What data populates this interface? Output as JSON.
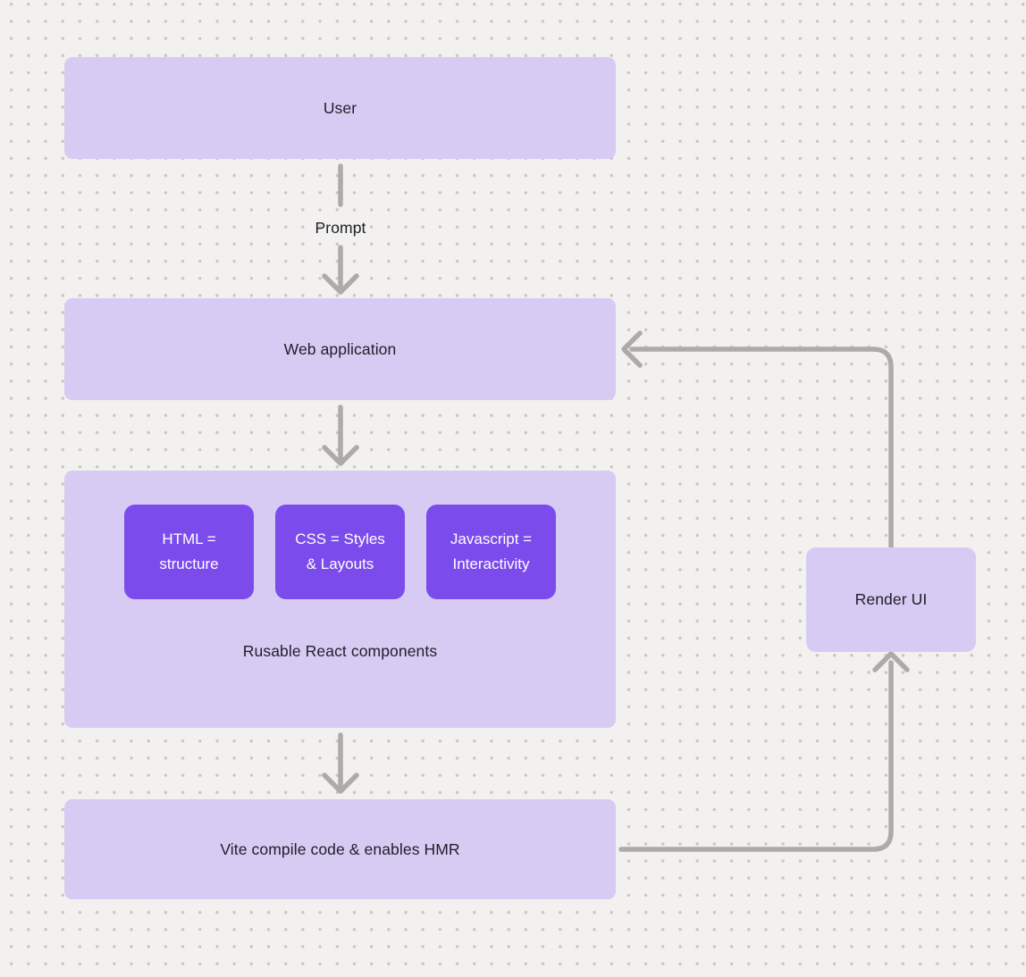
{
  "diagram": {
    "nodes": {
      "user": {
        "label": "User"
      },
      "web_application": {
        "label": "Web application"
      },
      "components_group": {
        "label": "Rusable React components",
        "children": [
          {
            "line1": "HTML =",
            "line2": "structure"
          },
          {
            "line1": "CSS = Styles",
            "line2": "& Layouts"
          },
          {
            "line1": "Javascript =",
            "line2": "Interactivity"
          }
        ]
      },
      "vite": {
        "label": "Vite compile code & enables HMR"
      },
      "render_ui": {
        "label": "Render UI"
      }
    },
    "edge_labels": {
      "user_to_web_application": "Prompt"
    },
    "colors": {
      "background": "#f2f1ef",
      "dot": "#c8c5c2",
      "node_fill": "#d7cbf4",
      "inner_fill": "#7c4bec",
      "inner_text": "#ffffff",
      "text": "#202028",
      "connector": "#adabaa"
    }
  }
}
